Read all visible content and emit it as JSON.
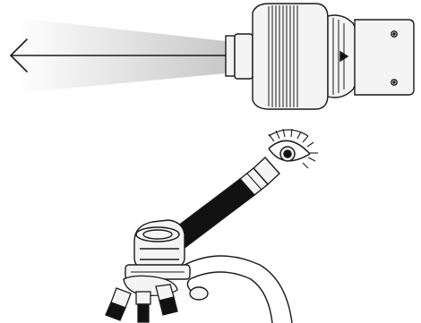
{
  "diagram": {
    "colors": {
      "ink": "#1a1a1a",
      "paper": "#ffffff",
      "beam": "#c8c8c8",
      "body_fill": "#f4f4f4",
      "dark_fill": "#111111"
    },
    "parts": [
      "direction-arrow",
      "light-beam",
      "eyepiece-camera",
      "mounting-bracket",
      "observer-eye",
      "eyepiece-tube",
      "microscope-head",
      "objective-turret",
      "microscope-arm"
    ]
  }
}
